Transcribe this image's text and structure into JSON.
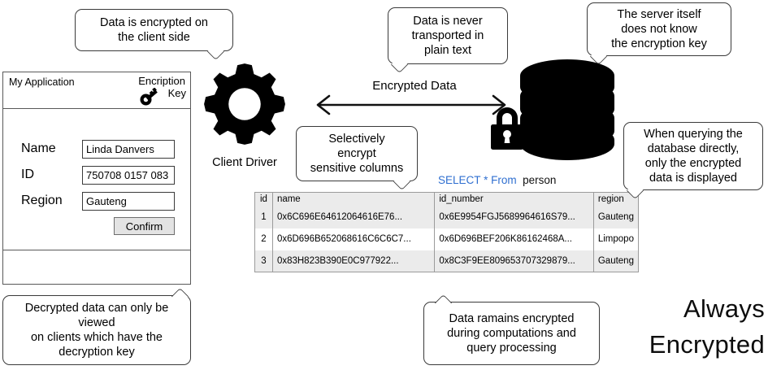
{
  "diagram": {
    "wordmark": {
      "line1": "Always",
      "line2": "Encrypted"
    },
    "arrow_label": "Encrypted Data",
    "client_driver_label": "Client Driver",
    "sql": {
      "keyword1": "SELECT",
      "star": "*",
      "keyword2": "From",
      "table": "person",
      "full": "SELECT * From person"
    },
    "icons": {
      "gear": "gear-icon",
      "database": "database-icon",
      "lock": "padlock-icon",
      "key": "key-icon",
      "arrow": "double-headed-arrow-icon"
    },
    "colors": {
      "sql_keyword": "#2f6fd0",
      "table_header_bg": "#ebebeb",
      "table_row_alt_bg": "#ebebeb",
      "border": "#9b9b9b",
      "bubble_border": "#3a3a3a",
      "icon_fill": "#000000"
    }
  },
  "app": {
    "title": "My Application",
    "key_label_line1": "Encription",
    "key_label_line2": "Key",
    "fields": [
      {
        "label": "Name",
        "value": "Linda Danvers"
      },
      {
        "label": "ID",
        "value": "750708 0157 083"
      },
      {
        "label": "Region",
        "value": "Gauteng"
      }
    ],
    "confirm_label": "Confirm"
  },
  "table": {
    "columns": [
      "id",
      "name",
      "id_number",
      "region"
    ],
    "rows": [
      {
        "id": "1",
        "name": "0x6C696E64612064616E76...",
        "id_number": "0x6E9954FGJ5689964616S79...",
        "region": "Gauteng"
      },
      {
        "id": "2",
        "name": "0x6D696B652068616C6C6C7...",
        "id_number": "0x6D696BEF206K86162468A...",
        "region": "Limpopo"
      },
      {
        "id": "3",
        "name": "0x83H823B390E0C977922...",
        "id_number": "0x8C3F9EE809653707329879...",
        "region": "Gauteng"
      }
    ]
  },
  "callouts": {
    "client_side": "Data is encrypted on\nthe client side",
    "plain_text": "Data is never\ntransported in\nplain text",
    "server_key": "The server itself\ndoes not know\nthe encryption key",
    "selective": "Selectively\nencrypt\nsensitive columns",
    "query_direct": "When querying the\ndatabase directly,\nonly the encrypted\ndata is displayed",
    "decrypted": "Decrypted data can only be\nviewed\non clients which have the\ndecryption key",
    "computation": "Data ramains encrypted\nduring computations and\nquery processing"
  }
}
